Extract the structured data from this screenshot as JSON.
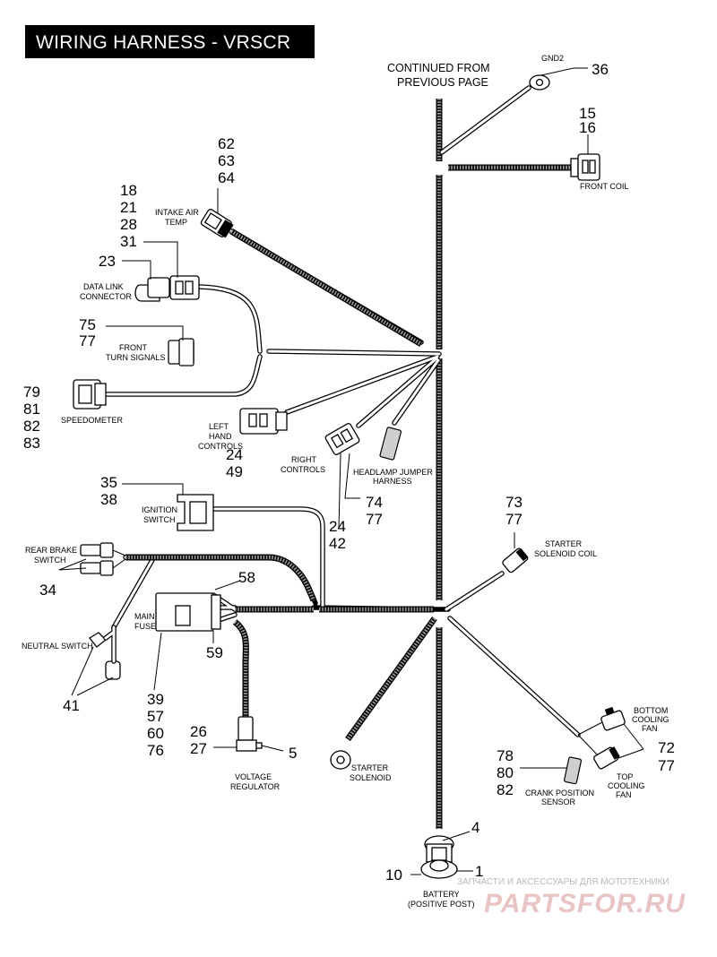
{
  "title": "WIRING HARNESS - VRSCR",
  "header_note": {
    "line1": "CONTINUED FROM",
    "line2": "PREVIOUS PAGE"
  },
  "components": {
    "gnd2": {
      "label": "GND2",
      "ref": "36"
    },
    "front_coil": {
      "label": "FRONT COIL",
      "refs": [
        "15",
        "16"
      ]
    },
    "intake_air_temp": {
      "label_lines": [
        "INTAKE AIR",
        "TEMP"
      ],
      "refs": [
        "62",
        "63",
        "64"
      ]
    },
    "data_link_connector": {
      "label_lines": [
        "DATA LINK",
        "CONNECTOR"
      ],
      "refs": [
        "18",
        "21",
        "28",
        "31"
      ],
      "ref_side": "23"
    },
    "front_turn_signals": {
      "label_lines": [
        "FRONT",
        "TURN SIGNALS"
      ],
      "refs": [
        "75",
        "77"
      ]
    },
    "speedometer": {
      "label": "SPEEDOMETER",
      "refs": [
        "79",
        "81",
        "82",
        "83"
      ]
    },
    "left_hand_controls": {
      "label_lines": [
        "LEFT",
        "HAND",
        "CONTROLS"
      ],
      "refs": [
        "24",
        "49"
      ]
    },
    "right_controls": {
      "label_lines": [
        "RIGHT",
        "CONTROLS"
      ],
      "refs": [
        "24",
        "42"
      ]
    },
    "headlamp_jumper_harness": {
      "label_lines": [
        "HEADLAMP JUMPER",
        "HARNESS"
      ],
      "refs": [
        "74",
        "77"
      ]
    },
    "ignition_switch": {
      "label_lines": [
        "IGNITION",
        "SWITCH"
      ],
      "refs": [
        "35",
        "38"
      ]
    },
    "rear_brake_switch": {
      "label_lines": [
        "REAR BRAKE",
        "SWITCH"
      ],
      "ref": "34"
    },
    "main_fuse": {
      "label_lines": [
        "MAIN",
        "FUSE"
      ],
      "ref_top": "58",
      "ref_bottom": "59",
      "refs": [
        "39",
        "57",
        "60",
        "76"
      ]
    },
    "neutral_switch": {
      "label": "NEUTRAL SWITCH",
      "ref": "41"
    },
    "voltage_regulator": {
      "label_lines": [
        "VOLTAGE",
        "REGULATOR"
      ],
      "refs": [
        "26",
        "27"
      ],
      "ref_side": "5"
    },
    "starter_solenoid_coil": {
      "label_lines": [
        "STARTER",
        "SOLENOID COIL"
      ],
      "refs": [
        "73",
        "77"
      ]
    },
    "starter_solenoid": {
      "label_lines": [
        "STARTER",
        "SOLENOID"
      ]
    },
    "cooling_fans": {
      "bottom_label_lines": [
        "BOTTOM",
        "COOLING",
        "FAN"
      ],
      "top_label_lines": [
        "TOP",
        "COOLING",
        "FAN"
      ],
      "refs": [
        "72",
        "77"
      ]
    },
    "crank_position_sensor": {
      "label_lines": [
        "CRANK POSITION",
        "SENSOR"
      ],
      "refs": [
        "78",
        "80",
        "82"
      ]
    },
    "battery": {
      "label_lines": [
        "BATTERY",
        "(POSITIVE POST)"
      ],
      "ref_top": "4",
      "ref_left": "10",
      "ref_right": "1"
    }
  },
  "watermark": {
    "tagline": "ЗАПЧАСТИ И АКСЕССУАРЫ ДЛЯ МОТОТЕХНИКИ",
    "brand": "PARTSFOR.RU"
  },
  "colors": {
    "ink": "#000000",
    "tube_fill": "#9a9a9a",
    "watermark_brand": "#e8c4c4"
  }
}
